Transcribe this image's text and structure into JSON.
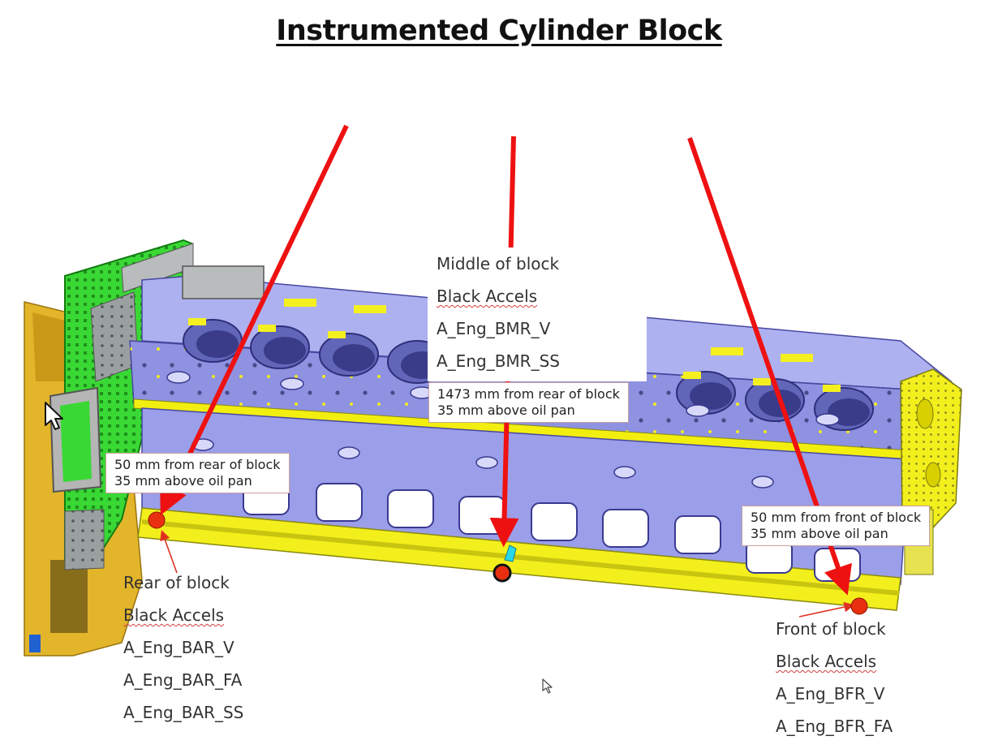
{
  "title": "Instrumented Cylinder Block",
  "colors": {
    "arrow": "#ee1111",
    "marker": "#e83010",
    "block_body": "#9b9ee8",
    "block_yellow": "#f2ee10",
    "green_housing": "#31d62e",
    "gold_housing": "#e3b52a"
  },
  "labels": {
    "middle": {
      "lines": [
        "Middle of block",
        "Black Accels",
        "A_Eng_BMR_V",
        "A_Eng_BMR_SS"
      ],
      "note": [
        "1473 mm from rear of block",
        "35 mm above oil pan"
      ]
    },
    "rear": {
      "lines": [
        "Rear of block",
        "Black Accels",
        "A_Eng_BAR_V",
        "A_Eng_BAR_FA",
        "A_Eng_BAR_SS"
      ],
      "note": [
        "50 mm from rear of block",
        "35 mm above oil pan"
      ]
    },
    "front": {
      "lines": [
        "Front of block",
        "Black Accels",
        "A_Eng_BFR_V",
        "A_Eng_BFR_FA"
      ],
      "note": [
        "50 mm from front of block",
        "35 mm above oil pan"
      ]
    }
  },
  "icons": [
    "cursor-arrow-icon",
    "cursor-arrow-small-icon"
  ]
}
